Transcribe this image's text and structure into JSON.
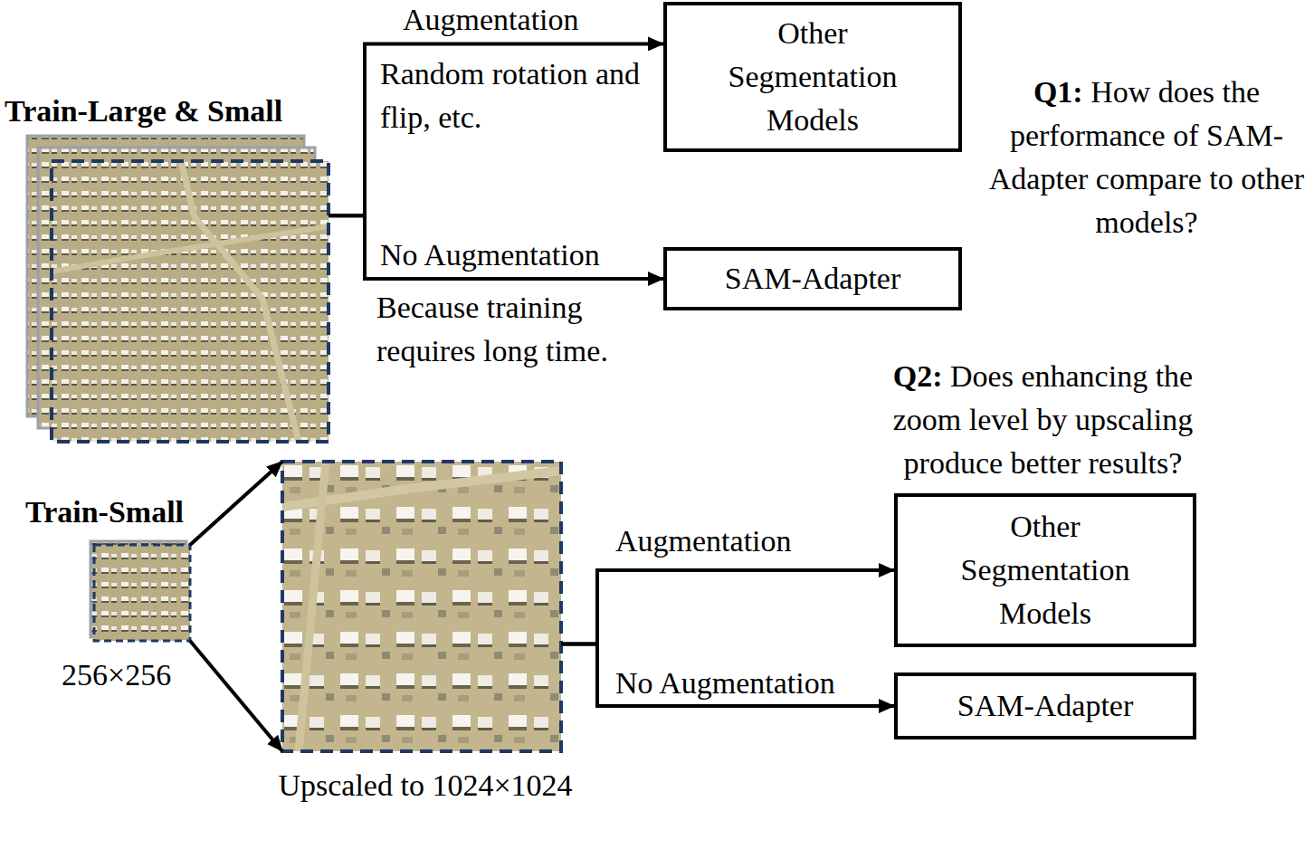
{
  "diagram": {
    "nodes": [
      {
        "text": [
          "Train-Large & Small"
        ]
      },
      {
        "text": [
          "Other Segmentation Models"
        ]
      },
      {
        "text": [
          "SAM-Adapter"
        ]
      },
      {
        "text": [
          "Train-Small",
          "256×256"
        ]
      },
      {
        "text": [
          "Upscaled to 1024×1024"
        ]
      },
      {
        "text": [
          "Other Segmentation Models"
        ]
      },
      {
        "text": [
          "SAM-Adapter"
        ]
      }
    ],
    "edges": [
      {
        "from": 0,
        "to": 1,
        "arrow": "to",
        "label": "Augmentation"
      },
      {
        "from": 0,
        "to": 2,
        "arrow": "to",
        "label": "No Augmentation"
      },
      {
        "from": 3,
        "to": 4,
        "arrow": "to"
      },
      {
        "from": 3,
        "to": 4,
        "arrow": "to"
      },
      {
        "from": 4,
        "to": 5,
        "arrow": "to",
        "label": "Augmentation"
      },
      {
        "from": 4,
        "to": 6,
        "arrow": "to",
        "label": "No Augmentation"
      }
    ],
    "labels": [
      "Random rotation and flip, etc.",
      "Because training requires long time.",
      "Q1:",
      "How does the performance of SAM-Adapter compare to other models?",
      "Q2:",
      "Does enhancing the zoom level by upscaling produce better results?"
    ]
  }
}
